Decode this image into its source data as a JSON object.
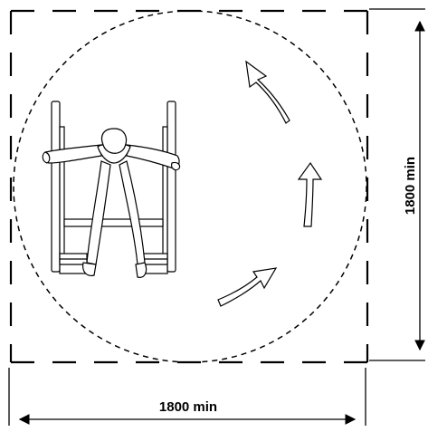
{
  "dimensions": {
    "width_label": "1800 min",
    "height_label": "1800 min"
  },
  "colors": {
    "line": "#000000",
    "background": "#ffffff"
  },
  "elements": {
    "turning_circle": "dashed-circle",
    "space_outline": "dashed-square",
    "occupant": "wheelchair-user-top-view",
    "direction_arrows": [
      "curved-arrow",
      "straight-arrow",
      "curved-arrow"
    ]
  }
}
